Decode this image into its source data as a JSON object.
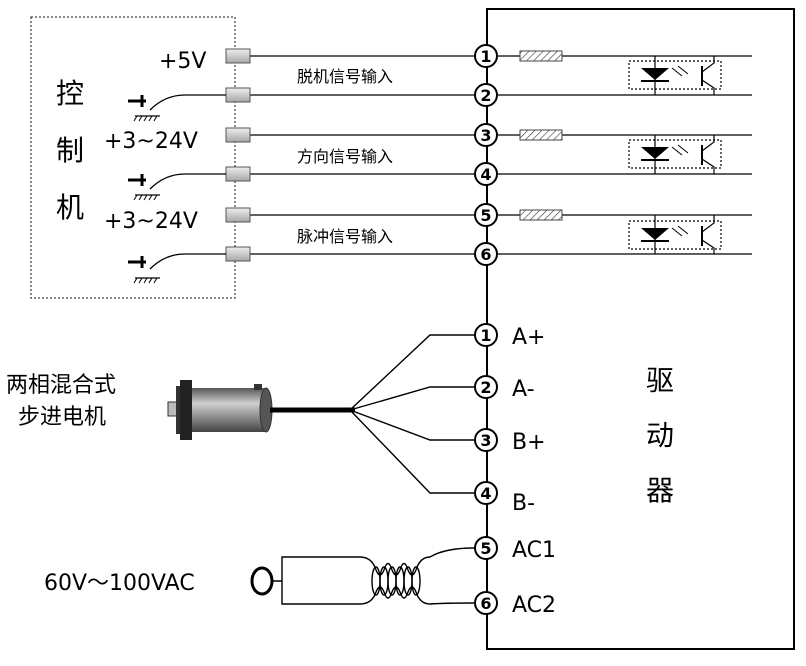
{
  "controller": {
    "title_chars": [
      "控",
      "制",
      "机"
    ],
    "supply_labels": [
      "+5V",
      "+3~24V",
      "+3~24V"
    ],
    "signal_labels": [
      "脱机信号输入",
      "方向信号输入",
      "脉冲信号输入"
    ]
  },
  "driver": {
    "title_chars": [
      "驱",
      "动",
      "器"
    ],
    "signal_pins": [
      "1",
      "2",
      "3",
      "4",
      "5",
      "6"
    ],
    "motor_pins": [
      {
        "num": "1",
        "label": "A+"
      },
      {
        "num": "2",
        "label": "A-"
      },
      {
        "num": "3",
        "label": "B+"
      },
      {
        "num": "4",
        "label": "B-"
      }
    ],
    "power_pins": [
      {
        "num": "5",
        "label": "AC1"
      },
      {
        "num": "6",
        "label": "AC2"
      }
    ]
  },
  "motor": {
    "label_line1": "两相混合式",
    "label_line2": "步进电机"
  },
  "power": {
    "label": "60V～100VAC"
  }
}
